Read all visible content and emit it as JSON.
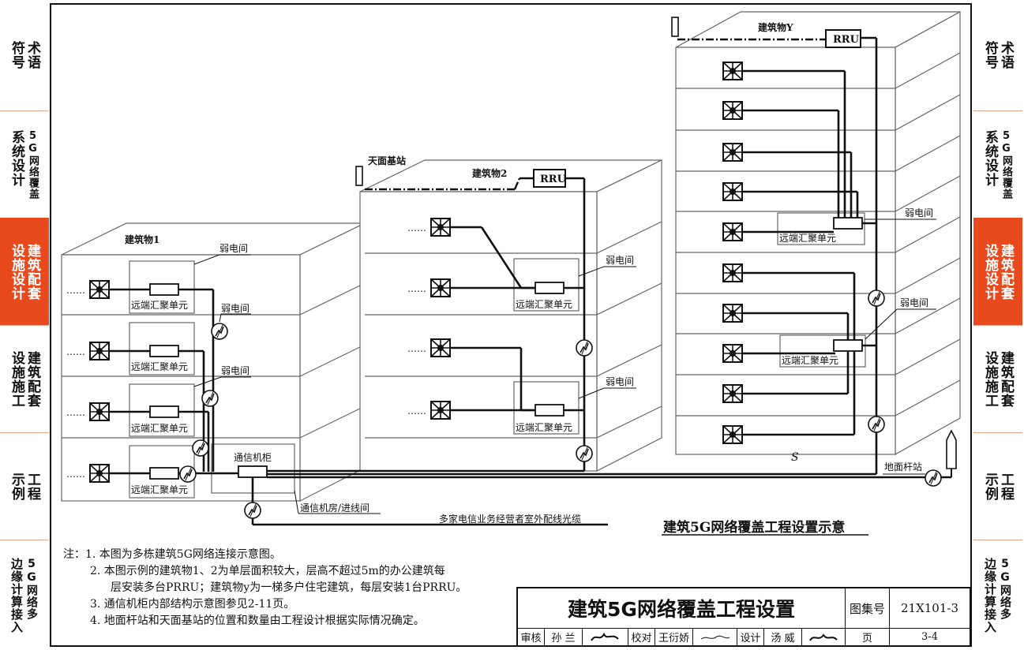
{
  "side_tabs": [
    {
      "big": "符号",
      "small": "术语",
      "active": false
    },
    {
      "big": "系统设计",
      "small": "5G网络覆盖",
      "active": false
    },
    {
      "big": "设施设计",
      "small": "建筑配套",
      "active": true
    },
    {
      "big": "设施施工",
      "small": "建筑配套",
      "active": false
    },
    {
      "big": "示例",
      "small": "工程",
      "active": false
    },
    {
      "big": "边缘计算接入",
      "small": "5G网络多",
      "active": false
    }
  ],
  "side_tabs_right": [
    {
      "big": "符号",
      "small": "术语"
    },
    {
      "big": "系统设计",
      "small": "5G网络覆盖"
    },
    {
      "big": "设施设计",
      "small": "建筑配套"
    },
    {
      "big": "设施施工",
      "small": "建筑配套"
    },
    {
      "big": "示例",
      "small": "工程"
    },
    {
      "big": "边缘计算接入",
      "small": "5G网络多"
    }
  ],
  "diagram": {
    "building1": "建筑物1",
    "building2": "建筑物2",
    "buildingY": "建筑物Y",
    "rooftop_station": "天面基站",
    "rru": "RRU",
    "weak_room": "弱电间",
    "remote_unit": "远端汇聚单元",
    "comm_cabinet": "通信机柜",
    "comm_room": "通信机房/进线间",
    "ground_station": "地面杆站",
    "outdoor_cable": "多家电信业务经营者室外配线光缆",
    "dots": "……",
    "s_mark": "S",
    "caption": "建筑5G网络覆盖工程设置示意"
  },
  "notes": {
    "lead": "注：",
    "items": [
      "1.  本图为多栋建筑5G网络连接示意图。",
      "2.  本图示例的建筑物1、2为单层面积较大，层高不超过5m的办公建筑每",
      "层安装多台PRRU；建筑物y为一梯多户住宅建筑，每层安装1台PRRU。",
      "3.  通信机柜内部结构示意图参见2-11页。",
      "4.  地面杆站和天面基站的位置和数量由工程设计根据实际情况确定。"
    ]
  },
  "title_block": {
    "title": "建筑5G网络覆盖工程设置",
    "atlas_label": "图集号",
    "atlas_no": "21X101-3",
    "review_label": "审核",
    "reviewer": "孙 兰",
    "check_label": "校对",
    "checker": "王衍娇",
    "design_label": "设计",
    "designer": "汤 威",
    "page_label": "页",
    "page_no": "3-4"
  }
}
